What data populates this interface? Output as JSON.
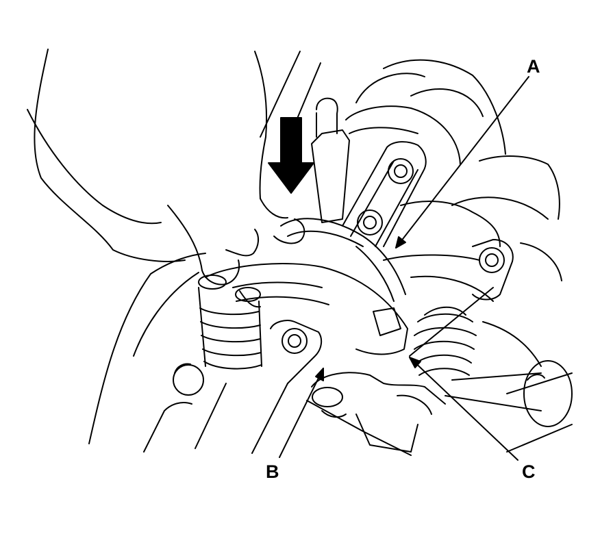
{
  "diagram": {
    "callouts": {
      "a": "A",
      "b": "B",
      "c": "C"
    },
    "colors": {
      "ink": "#000000",
      "paper": "#ffffff"
    },
    "icons": {
      "press_direction": "down-arrow-icon"
    }
  }
}
